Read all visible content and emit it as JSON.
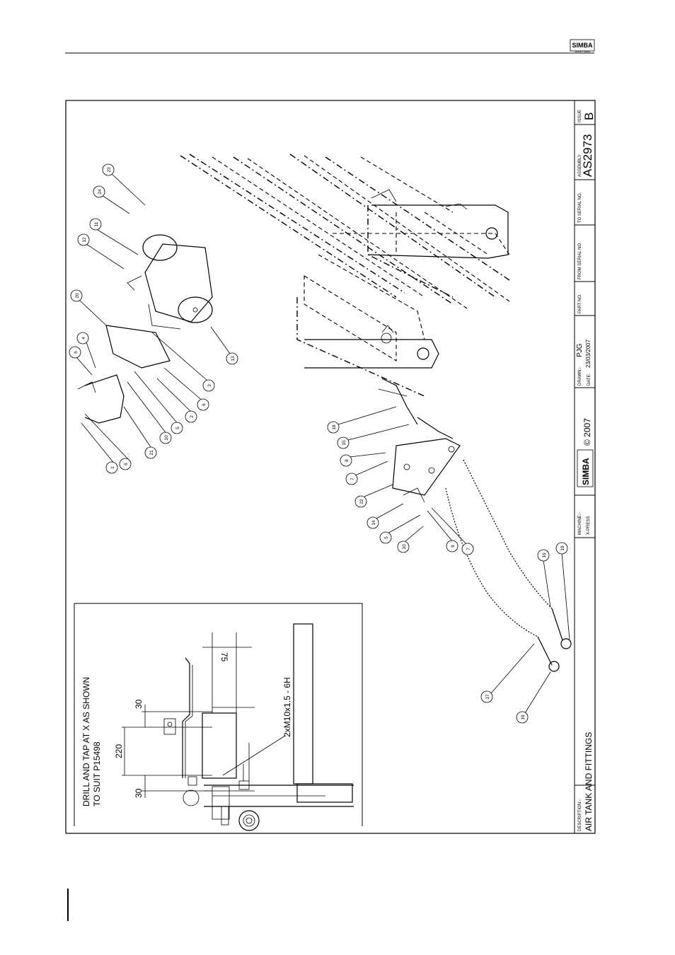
{
  "header": {
    "logo_text": "SIMBA",
    "logo_sub": "Great Plains"
  },
  "title_block": {
    "issue_label": "ISSUE",
    "issue_value": "B",
    "assembly_label": "ASSEMBLY",
    "assembly_value": "AS2973",
    "to_serial_label": "TO SERIAL NO.",
    "from_serial_label": "FROM SERIAL NO.",
    "part_no_label": "PART NO.",
    "drawn_label": "DRAWN:-",
    "drawn_value": "PJG",
    "date_label": "DATE:",
    "date_value": "23/03/2007",
    "copyright": "© 2007",
    "logo_text": "SIMBA",
    "machine_label": "MACHINE:-",
    "machine_value": "X-PRESS",
    "description_label": "DESCRIPTION:-",
    "description_value": "AIR TANK AND FITTINGS"
  },
  "detail": {
    "note_line1": "DRILL AND TAP AT X AS SHOWN",
    "note_line2": "TO SUIT P15498",
    "dim_30a": "30",
    "dim_220": "220",
    "dim_30b": "30",
    "dim_75": "75",
    "thread_callout": "2xM10x1.5 - 6H"
  },
  "balloons": [
    "1",
    "6",
    "21",
    "10",
    "5",
    "2",
    "6",
    "4",
    "6",
    "3",
    "20",
    "13",
    "12",
    "11",
    "24",
    "23",
    "18",
    "15",
    "8",
    "7",
    "22",
    "14",
    "5",
    "10",
    "9",
    "7",
    "16",
    "19",
    "17",
    "19"
  ]
}
